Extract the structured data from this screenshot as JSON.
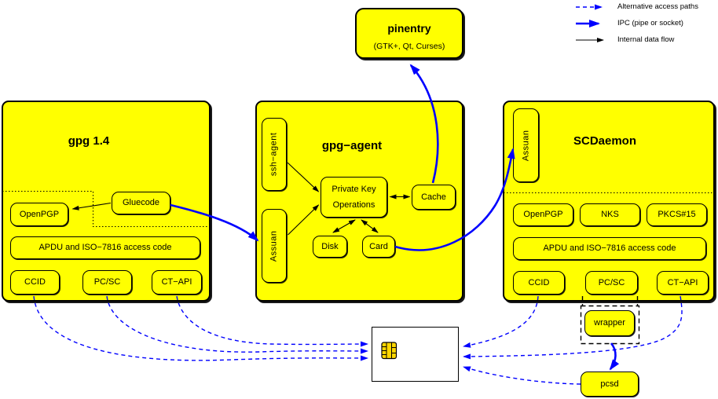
{
  "legend": {
    "items": [
      {
        "label": "Alternative access paths",
        "style": "dashed-blue"
      },
      {
        "label": "IPC (pipe or socket)",
        "style": "thick-blue"
      },
      {
        "label": "Internal data flow",
        "style": "thin-black"
      }
    ]
  },
  "pinentry": {
    "title": "pinentry",
    "subtitle": "(GTK+, Qt, Curses)"
  },
  "gpg14": {
    "title": "gpg 1.4",
    "openpgp": "OpenPGP",
    "gluecode": "Gluecode",
    "apdu": "APDU and ISO−7816 access code",
    "ccid": "CCID",
    "pcsc": "PC/SC",
    "ctapi": "CT−API"
  },
  "gpgagent": {
    "title": "gpg−agent",
    "ssh_agent": "ssh−agent",
    "assuan": "Assuan",
    "pko_line1": "Private Key",
    "pko_line2": "Operations",
    "cache": "Cache",
    "disk": "Disk",
    "card": "Card"
  },
  "scdaemon": {
    "title": "SCDaemon",
    "assuan": "Assuan",
    "openpgp": "OpenPGP",
    "nks": "NKS",
    "pkcs15": "PKCS#15",
    "apdu": "APDU and ISO−7816 access code",
    "ccid": "CCID",
    "pcsc": "PC/SC",
    "ctapi": "CT−API"
  },
  "bottom": {
    "wrapper": "wrapper",
    "pcsd": "pcsd"
  },
  "colors": {
    "node_fill": "#ffff00",
    "ipc_blue": "#0000ff",
    "alt_blue": "#0000ff",
    "internal_black": "#000000",
    "card_fill": "#ffffff",
    "chip_gold": "#ffd700"
  }
}
